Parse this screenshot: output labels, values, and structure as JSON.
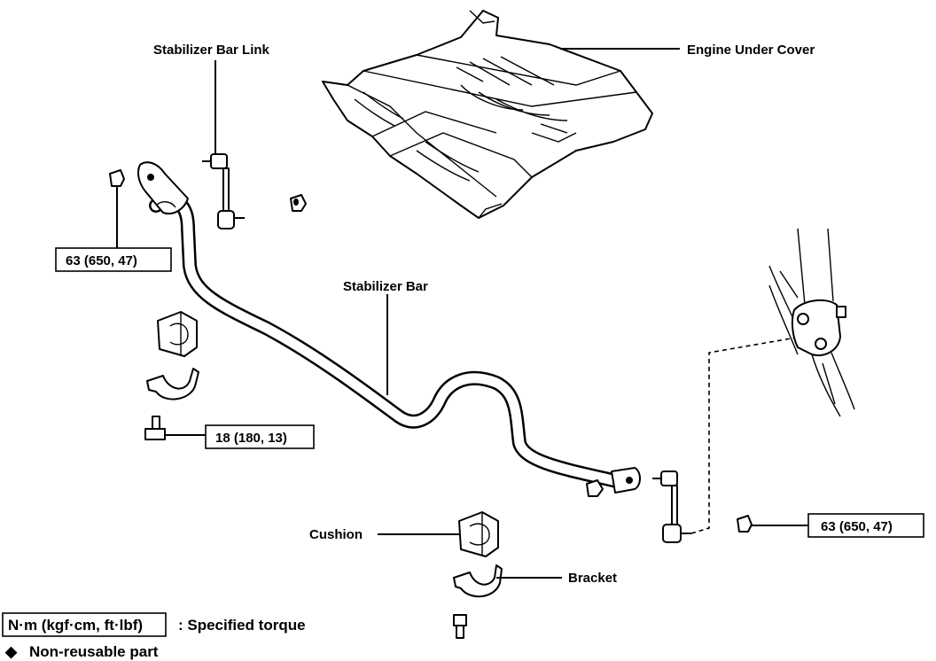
{
  "labels": {
    "engine_under_cover": "Engine Under Cover",
    "stabilizer_bar_link": "Stabilizer Bar Link",
    "stabilizer_bar": "Stabilizer Bar",
    "cushion": "Cushion",
    "bracket": "Bracket"
  },
  "torque": {
    "link_nut_left": "63 (650, 47)",
    "bracket_bolt": "18 (180, 13)",
    "link_nut_right": "63 (650, 47)"
  },
  "legend": {
    "unit_box": "N·m (kgf·cm, ft·lbf)",
    "unit_desc": ":  Specified torque",
    "bullet_symbol": "◆",
    "bullet_desc": "Non-reusable part"
  }
}
